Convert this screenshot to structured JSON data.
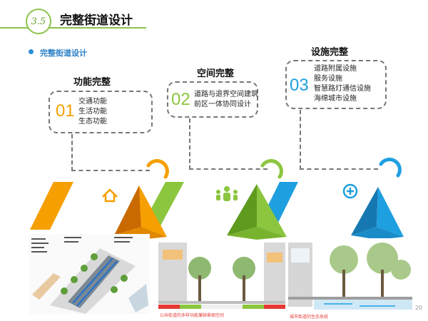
{
  "header": {
    "section_number": "3.5",
    "title": "完整街道设计"
  },
  "subtitle": "完整街道设计",
  "boxes": [
    {
      "title": "功能完整",
      "number": "01",
      "lines": [
        "交通功能",
        "生活功能",
        "生态功能"
      ]
    },
    {
      "title": "空间完整",
      "number": "02",
      "lines": [
        "道路与退界空间建筑",
        "前区一体协同设计"
      ]
    },
    {
      "title": "设施完整",
      "number": "03",
      "lines": [
        "道路附属设施",
        "服务设施",
        "智慧路灯通信设施",
        "海绵城市设施"
      ]
    }
  ],
  "icons": [
    "house-icon",
    "people-icon",
    "plus-icon"
  ],
  "panels": {
    "left_caption": "",
    "middle_caption": "公共街道的多样功能兼顾景观空间",
    "right_caption": "城市街道的生态系统"
  },
  "colors": {
    "orange": "#f5a000",
    "green": "#8cc63f",
    "blue": "#1e9fe0",
    "header_green": "#8bc34a"
  },
  "page_number": "20"
}
